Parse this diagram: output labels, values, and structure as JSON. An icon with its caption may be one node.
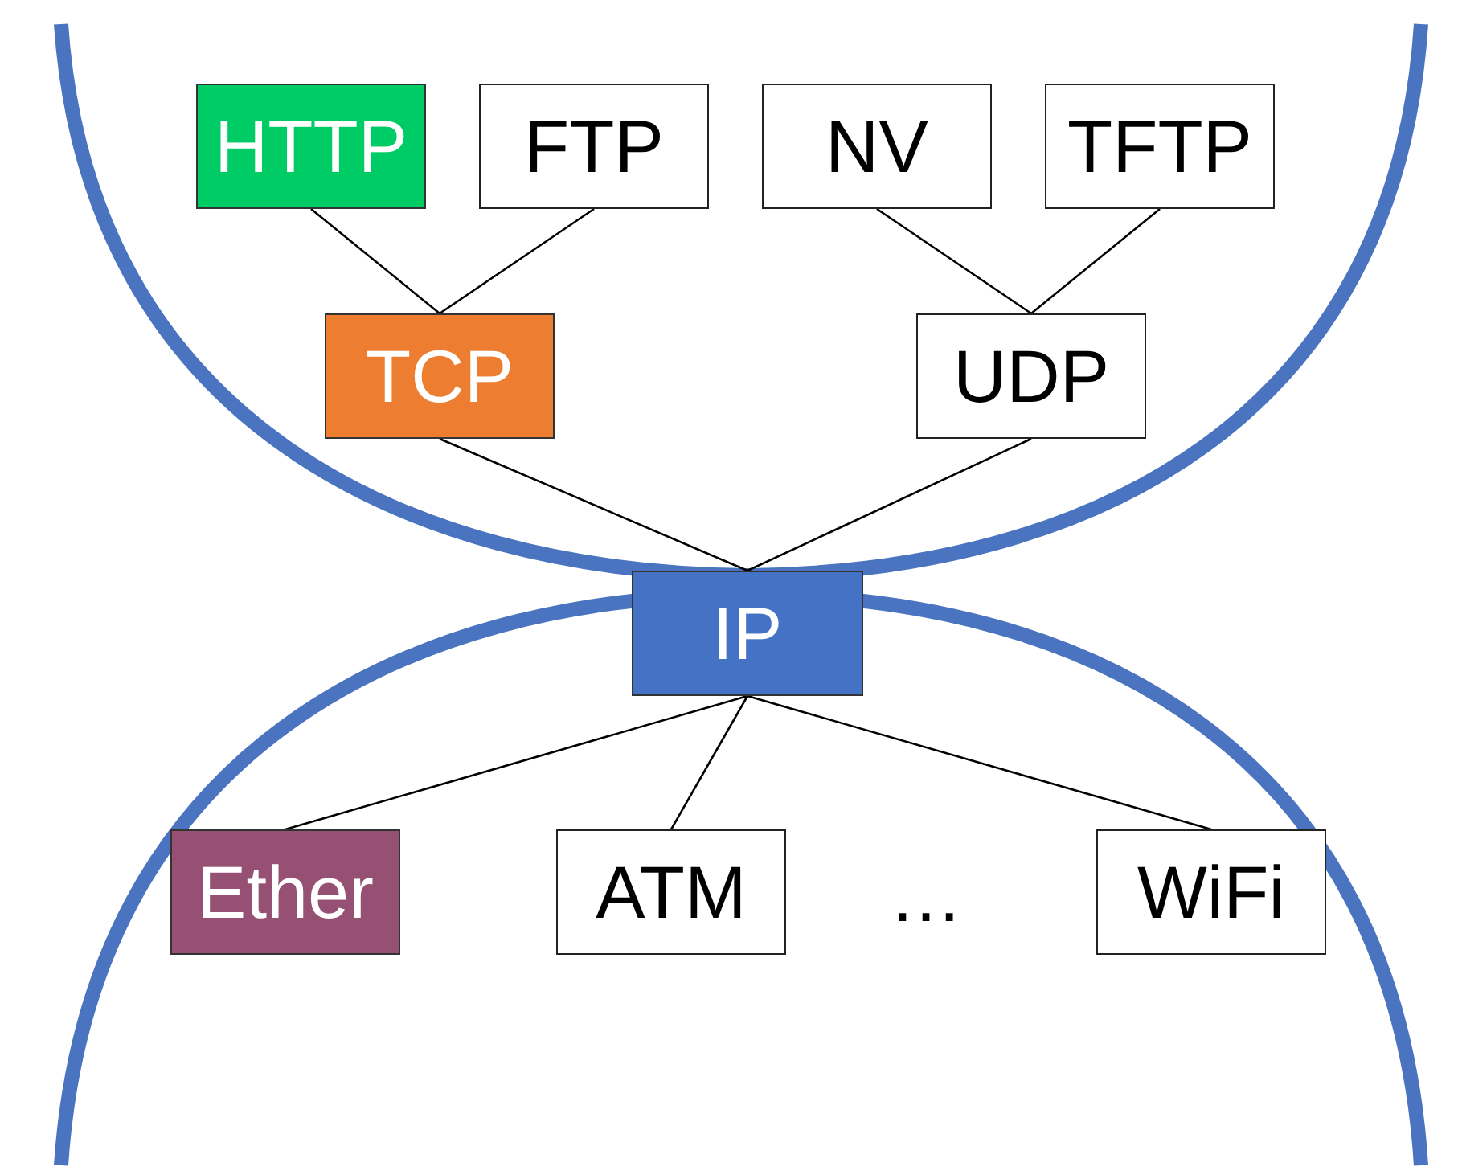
{
  "diagram": {
    "nodes": [
      {
        "text": [
          "HTTP"
        ]
      },
      {
        "text": [
          "FTP"
        ]
      },
      {
        "text": [
          "NV"
        ]
      },
      {
        "text": [
          "TFTP"
        ]
      },
      {
        "text": [
          "TCP"
        ]
      },
      {
        "text": [
          "UDP"
        ]
      },
      {
        "text": [
          "IP"
        ]
      },
      {
        "text": [
          "Ether"
        ]
      },
      {
        "text": [
          "ATM"
        ]
      },
      {
        "text": [
          "WiFi"
        ]
      }
    ],
    "edges": [
      {
        "from": 0,
        "to": 4,
        "arrow": "none"
      },
      {
        "from": 1,
        "to": 4,
        "arrow": "none"
      },
      {
        "from": 2,
        "to": 5,
        "arrow": "none"
      },
      {
        "from": 3,
        "to": 5,
        "arrow": "none"
      },
      {
        "from": 4,
        "to": 6,
        "arrow": "none"
      },
      {
        "from": 5,
        "to": 6,
        "arrow": "none"
      },
      {
        "from": 6,
        "to": 7,
        "arrow": "none"
      },
      {
        "from": 6,
        "to": 8,
        "arrow": "none"
      },
      {
        "from": 6,
        "to": 9,
        "arrow": "none"
      }
    ],
    "labels": [
      "…"
    ]
  }
}
